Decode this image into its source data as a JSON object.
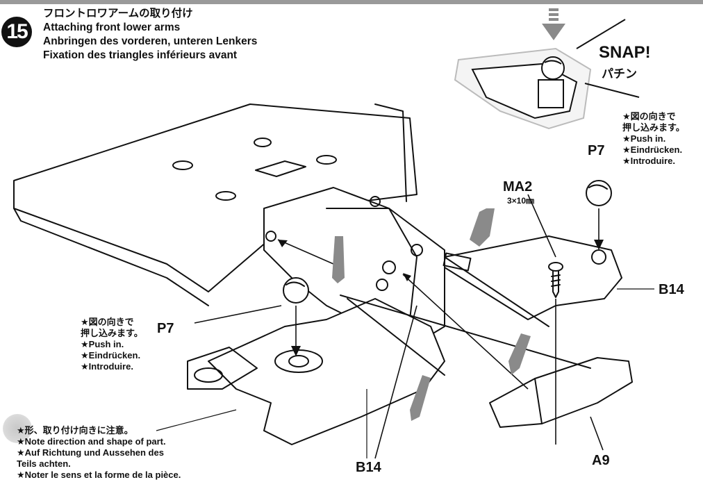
{
  "step": {
    "number": "15"
  },
  "titles": {
    "jp": "フロントロワアームの取り付け",
    "en": "Attaching front lower arms",
    "de": "Anbringen des vorderen, unteren Lenkers",
    "fr": "Fixation des triangles inférieurs avant"
  },
  "snap": {
    "en": "SNAP!",
    "jp": "パチン"
  },
  "labels": {
    "p7_right": "P7",
    "p7_left": "P7",
    "ma2": "MA2",
    "ma2_size": "3×10㎜",
    "b14_right": "B14",
    "b14_bottom": "B14",
    "a9": "A9"
  },
  "push_note_right": {
    "jp1": "★図の向きで",
    "jp2": "押し込みます。",
    "en": "★Push in.",
    "de": "★Eindrücken.",
    "fr": "★Introduire."
  },
  "push_note_left": {
    "jp1": "★図の向きで",
    "jp2": "押し込みます。",
    "en": "★Push in.",
    "de": "★Eindrücken.",
    "fr": "★Introduire."
  },
  "direction_note": {
    "jp": "★形、取り付け向きに注意。",
    "en": "★Note direction and shape of part.",
    "de1": "★Auf Richtung und Aussehen des",
    "de2": "Teils achten.",
    "fr": "★Noter le sens et la forme de la pièce."
  },
  "colors": {
    "ink": "#111111",
    "arrow_gray": "#8a8a8a",
    "topbar": "#9a9a9a"
  }
}
